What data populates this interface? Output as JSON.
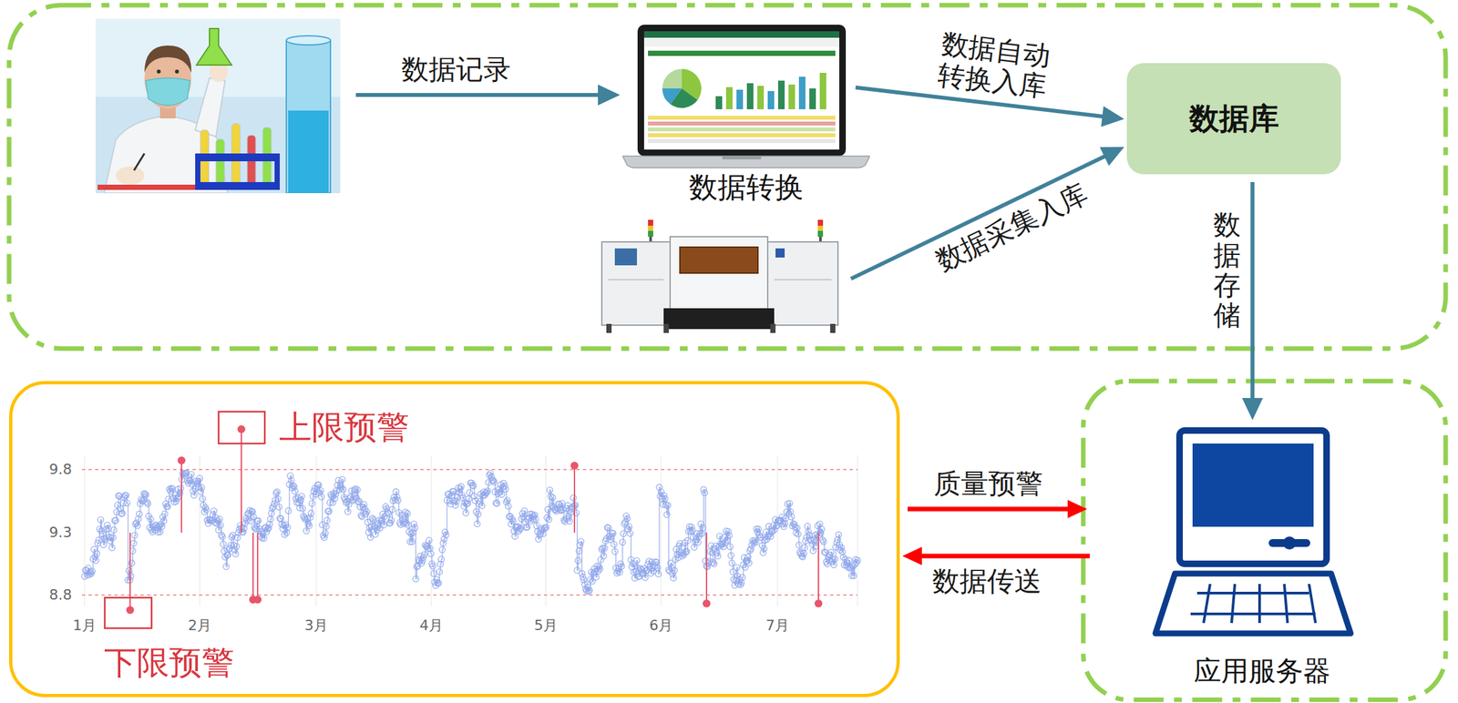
{
  "diagram": {
    "nodes": [
      {
        "text": []
      },
      {
        "text": [
          "数据转换"
        ]
      },
      {
        "text": [
          "数据库"
        ]
      },
      {
        "text": []
      },
      {
        "text": [
          "上限预警",
          "下限预警"
        ]
      },
      {
        "text": [
          "应用服务器"
        ]
      }
    ],
    "edges": [
      {
        "from": 0,
        "to": 1,
        "arrow": "to",
        "label": "数据记录"
      },
      {
        "from": 1,
        "to": 2,
        "arrow": "to",
        "label": "数据自动 转换入库"
      },
      {
        "from": 3,
        "to": 2,
        "arrow": "to",
        "label": "数据采集入库"
      },
      {
        "from": 2,
        "to": 5,
        "arrow": "to",
        "label": "数据存储"
      },
      {
        "from": 4,
        "to": 5,
        "arrow": "to",
        "label": "质量预警"
      },
      {
        "from": 5,
        "to": 4,
        "arrow": "to",
        "label": "数据传送"
      }
    ],
    "labels": [
      "9.8",
      "9.3",
      "8.8",
      "1月",
      "2月",
      "3月",
      "4月",
      "5月",
      "6月",
      "7月"
    ]
  }
}
